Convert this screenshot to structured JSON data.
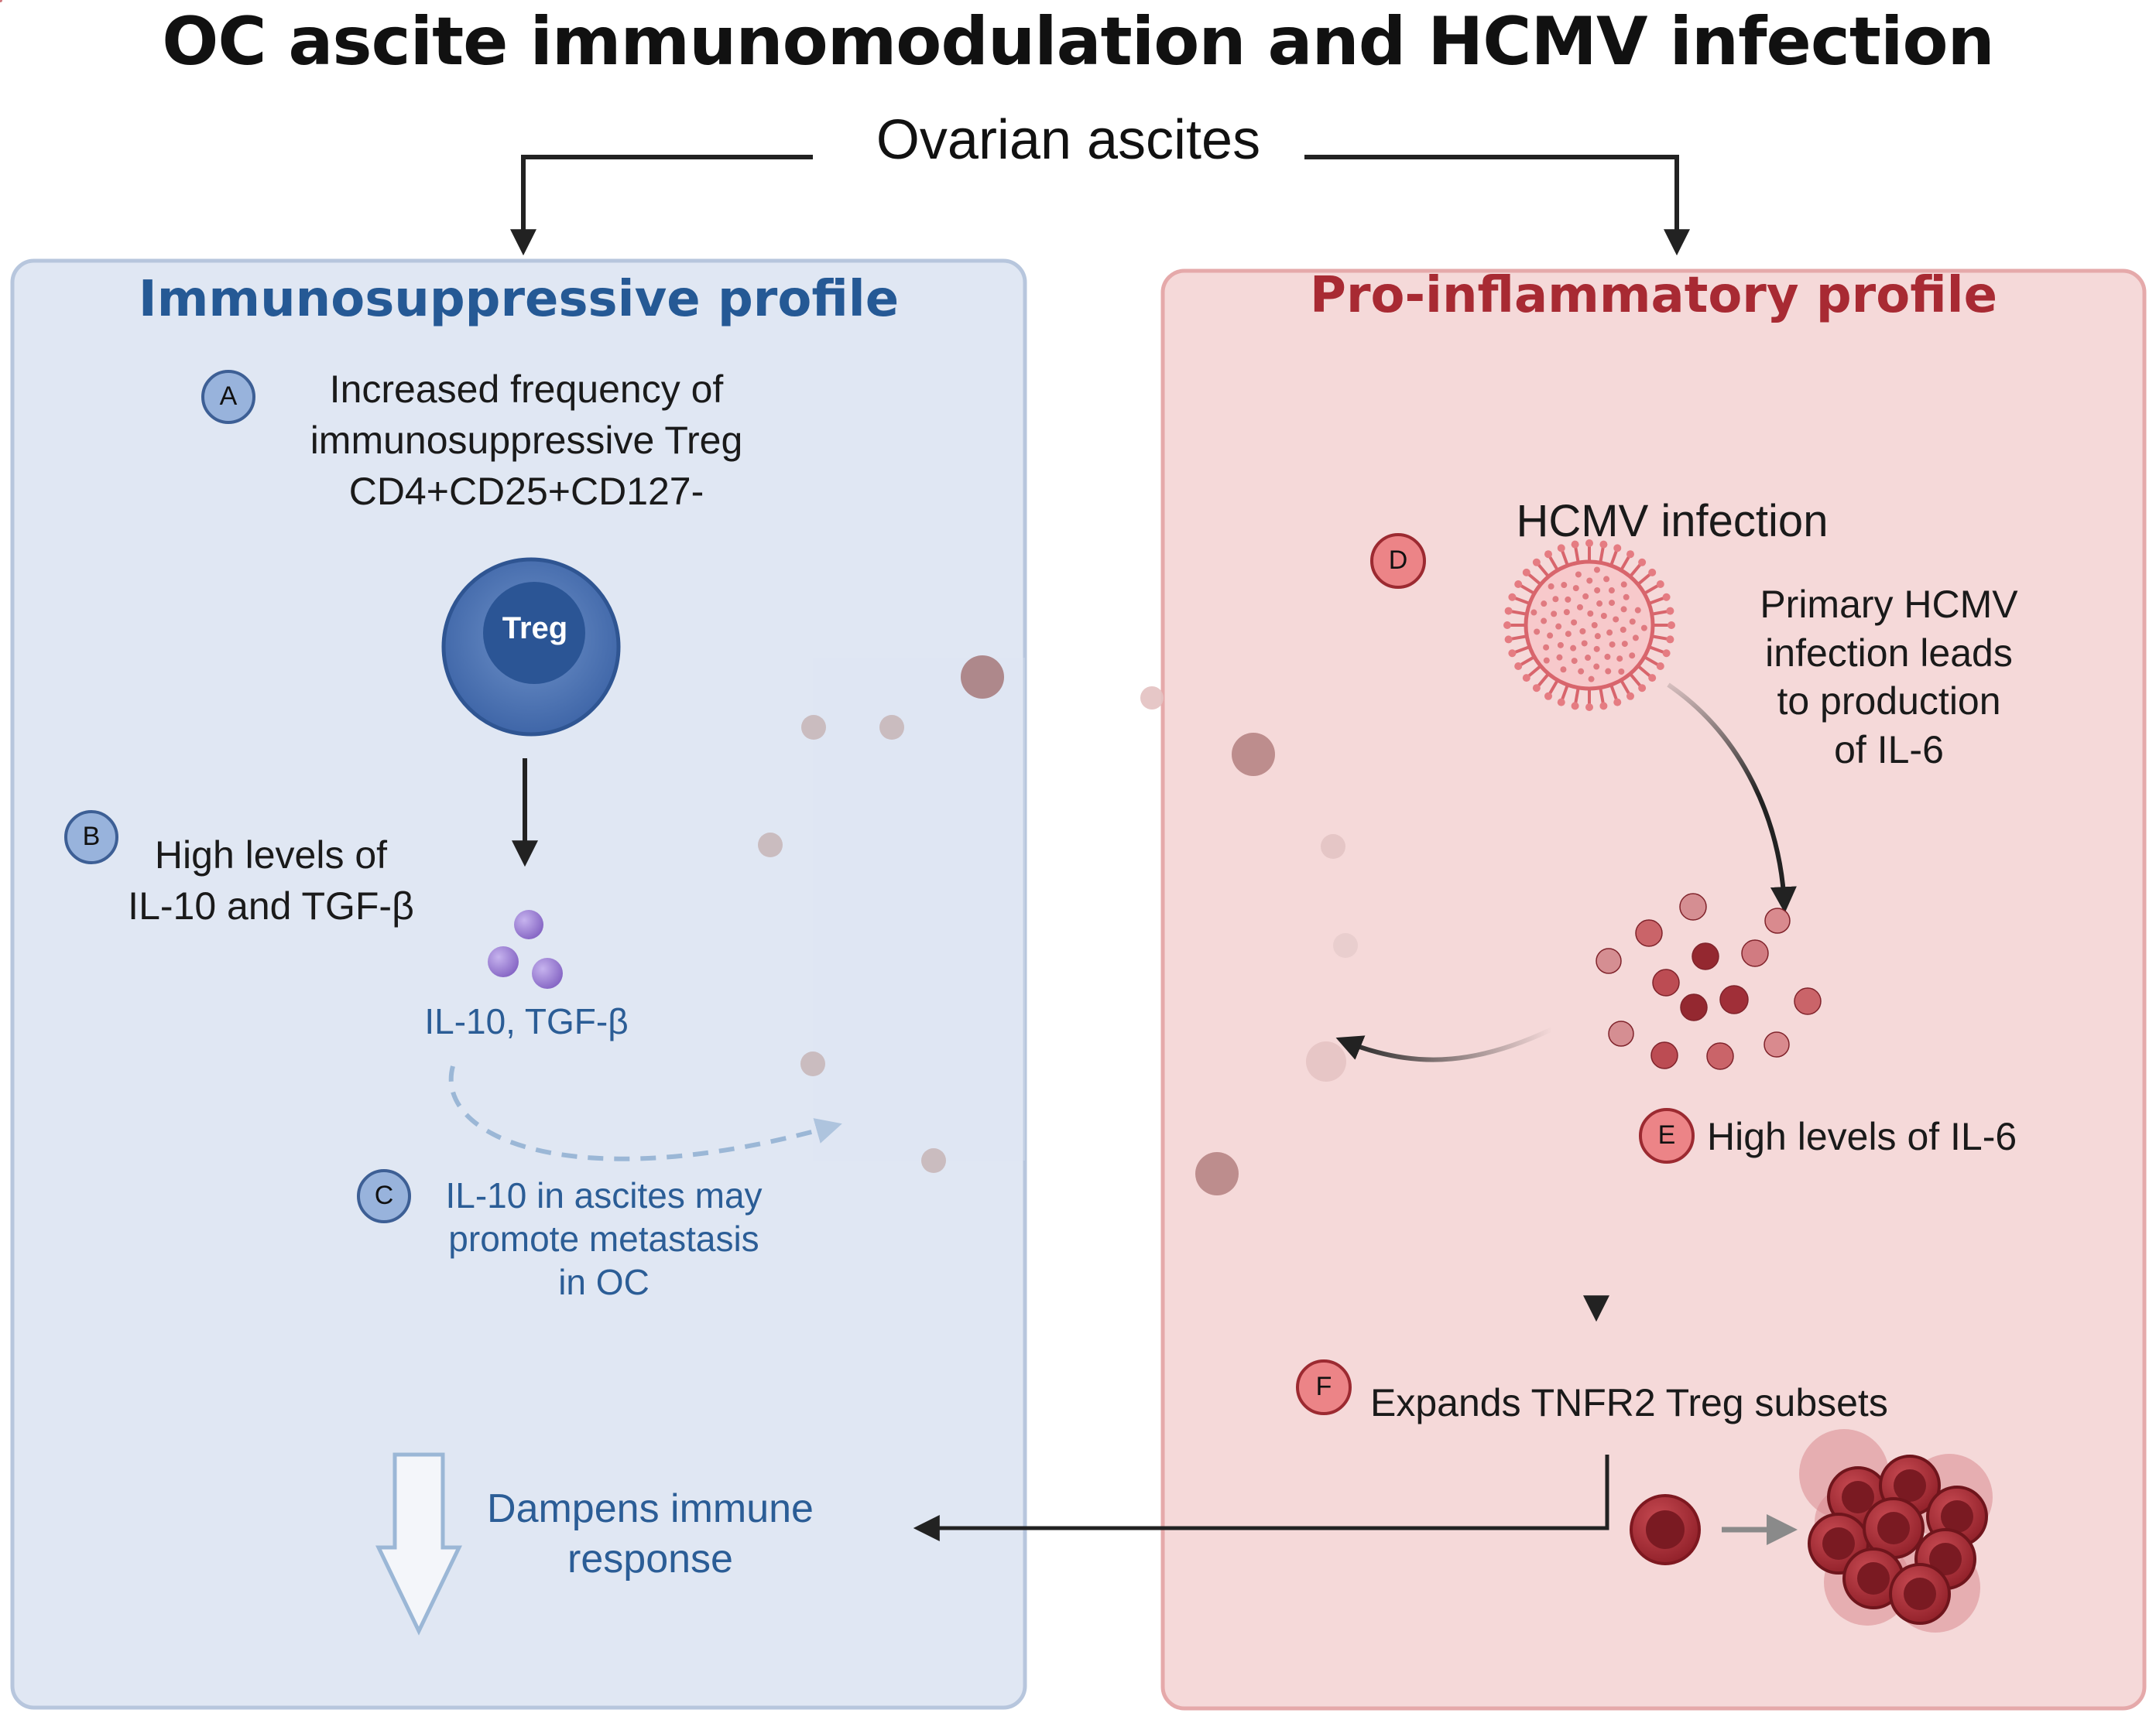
{
  "title": "OC ascite immunomodulation and HCMV infection",
  "source": "Ovarian ascites",
  "left_panel": {
    "heading": "Immunosuppressive profile",
    "a_badge": "A",
    "a_text": [
      "Increased frequency of",
      "immunosuppressive Treg",
      "CD4+CD25+CD127-"
    ],
    "treg_label": "Treg",
    "b_badge": "B",
    "b_text": [
      "High levels of",
      "IL-10 and TGF-β"
    ],
    "cytokine_label": "IL-10, TGF-β",
    "c_badge": "C",
    "c_text": [
      "IL-10 in ascites may",
      "promote metastasis",
      "in OC"
    ],
    "outcome_text": [
      "Dampens immune",
      "response"
    ]
  },
  "right_panel": {
    "heading": "Pro-inflammatory profile",
    "d_badge": "D",
    "d_title": "HCMV infection",
    "d_text": [
      "Primary HCMV",
      "infection leads",
      "to production",
      "of IL-6"
    ],
    "e_badge": "E",
    "e_text": "High levels of IL-6",
    "f_badge": "F",
    "f_text": "Expands TNFR2 Treg subsets"
  },
  "colors": {
    "left_panel_bg": "#e0e7f3",
    "left_heading": "#255995",
    "right_panel_bg": "#f5d9d9",
    "right_heading": "#a82a33",
    "treg": "#4c72b0",
    "cytokine": "#9b7fd0",
    "il6": "#a8343c"
  }
}
